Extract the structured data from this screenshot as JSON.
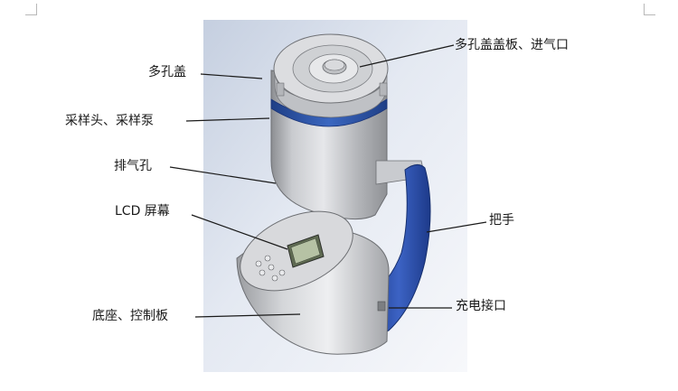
{
  "labels": {
    "lid": "多孔盖",
    "sampling_head": "采样头、采样泵",
    "exhaust": "排气孔",
    "lcd": "LCD 屏幕",
    "base": "底座、控制板",
    "lid_plate": "多孔盖盖板、进气口",
    "handle": "把手",
    "charging": "充电接口"
  },
  "colors": {
    "backdrop": "#d3dbe8",
    "body": "#a8aaae",
    "accent_band": "#2c54a8",
    "handle": "#2747a0",
    "label_text": "#1a1a1a",
    "leader_line": "#1a1a1a"
  }
}
